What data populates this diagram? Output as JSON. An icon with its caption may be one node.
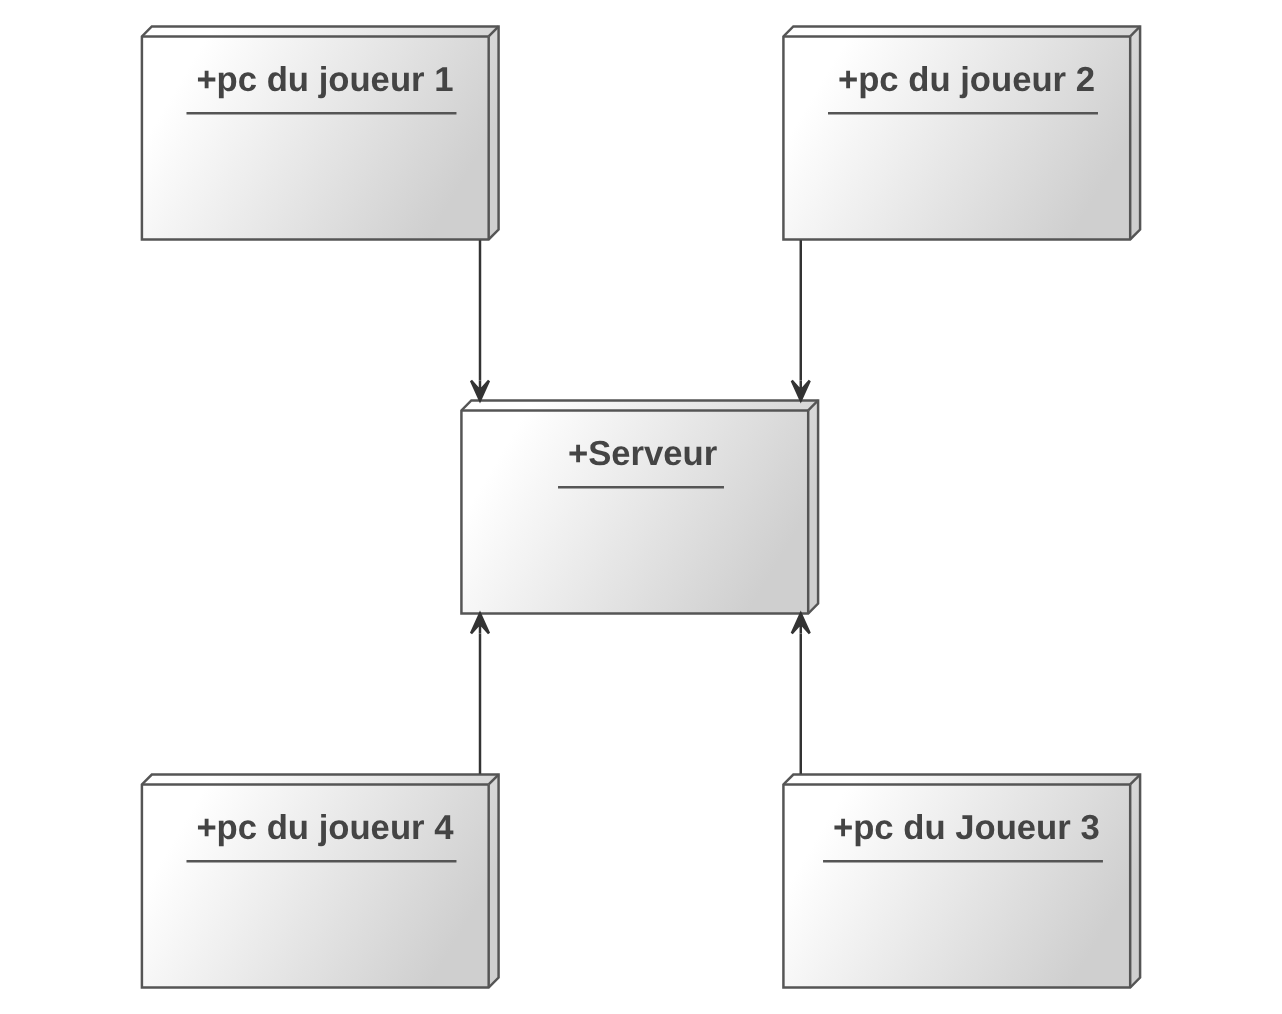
{
  "diagram": {
    "nodes": [
      {
        "text": [
          "+pc du joueur 1"
        ]
      },
      {
        "text": [
          "+pc du joueur 2"
        ]
      },
      {
        "text": [
          "+Serveur"
        ]
      },
      {
        "text": [
          "+pc du joueur 4"
        ]
      },
      {
        "text": [
          "+pc du Joueur 3"
        ]
      }
    ],
    "edges": [
      {
        "from": 0,
        "to": 2,
        "arrow": "to"
      },
      {
        "from": 1,
        "to": 2,
        "arrow": "to"
      },
      {
        "from": 3,
        "to": 2,
        "arrow": "to"
      },
      {
        "from": 4,
        "to": 2,
        "arrow": "to"
      }
    ]
  }
}
